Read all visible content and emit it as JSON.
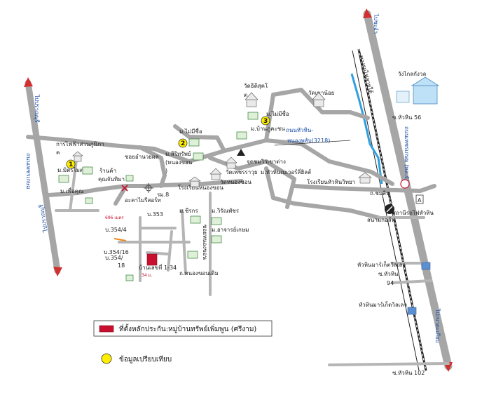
{
  "roads": {
    "main_left_north": "ไปปราณบุรี",
    "main_left_south": "ถนนเพชรเกษม",
    "main_right_north": "ไปชะอำ",
    "main_right_mid": "ถนนเพชรเกษม (ทล.4)",
    "main_right_south": "ไปเขาตะเกียบ",
    "huahin_road": "ถนนหัวหิน-",
    "huahin_road2": "หนองพลับ(3218)",
    "rail": "ทางรถไฟสายใต้"
  },
  "places": {
    "wat_thipsuk": "วัดธิติสุคโ",
    "wat_thipsuk2": "ต",
    "wat_khao_noi": "วัดเขาน้อย",
    "wat_klai_kangwon": "วังไกลกังวล",
    "mu_maimeesue": "ม.ไม่มีชื่อ",
    "mu_maimeesue2": "ม.ไม่มีชื่อ",
    "mu_baanphu": "ม.บ้านภูคะชน",
    "mu_sirin": "ม.สิริทรัพย์",
    "mu_sirin2": "(หนองขอน",
    "mu_sirin3": ")",
    "chomwiw": "จุดชมวิวเขาต่าง",
    "wat_phetcharawut": "วัดเพชรราวุธ",
    "mu_huahin_verse": "ม.หัวหินเบเวอร์ลี่ฮิลส์",
    "wat_nongkhon": "วัดหนองขอน",
    "school_nongkhon": "โรงเรียนหนองขอน",
    "school_huahinwittaya": "โรงเรียนหัวหินวิทยา",
    "elec": "การไฟฟ้าส่วนภูมิภา",
    "elec2": "ค",
    "soi_amnuay": "ซอยอำนวยผล",
    "mu_mitrmai": "ม.มิตรไมตรี",
    "shop": "ร้านค้า",
    "khun_chan": "คุณจันทิมา",
    "mu_phuekhun": "ม.เพื่อคุณ",
    "arcade": "อะคาไมรีสอร์ท",
    "rm8": "รม.8",
    "b353": "บ.353",
    "b3544": "บ.354/4",
    "b35416": "บ.354/16",
    "b3547": "บ.354/",
    "n18": "18",
    "m696": "696 เมตร",
    "mu_chirakorn": "ม.ชีรกร",
    "mu_wirunphat": "ม.วิรัณพัชร",
    "mu_arjan": "ม.อาจารย์เกษม",
    "soi_lane": "ซอยหนองขอน",
    "b_small": "บ้านเลขที่ 1-34",
    "n34": "34 ม.",
    "soi_small2": "ถ.หนองขอนเดิม",
    "chinsin": "ถ.ชมสิน",
    "station_golf": "สนามกอล์ฟ",
    "station": "สถานีรถไฟหัวหิน",
    "soi56": "ซ.หัวหิน 56",
    "huahin_market": "หัวหินมาร์เก็ตวิลเลจ",
    "soi_huahin": "ซ.หัวหิน",
    "n94": "94",
    "huahin_market2": "หัวหินมาร์เก็ตวิลเลจ",
    "soi102": "ซ.หัวหิน 102"
  },
  "markers": [
    "1",
    "2",
    "3"
  ],
  "legend": {
    "subject": "ที่ตั้งหลักประกัน:หมู่บ้านทรัพย์เพิ่มพูน (ศรีงาม)",
    "compare": "ข้อมูลเปรียบเทียบ"
  },
  "colors": {
    "road": "#a6a6a6",
    "arrow": "#d32f2f",
    "subject": "#c8102e",
    "marker": "#ffee00",
    "canal": "#2f9fe0",
    "label_blue": "#1a4fa8"
  }
}
